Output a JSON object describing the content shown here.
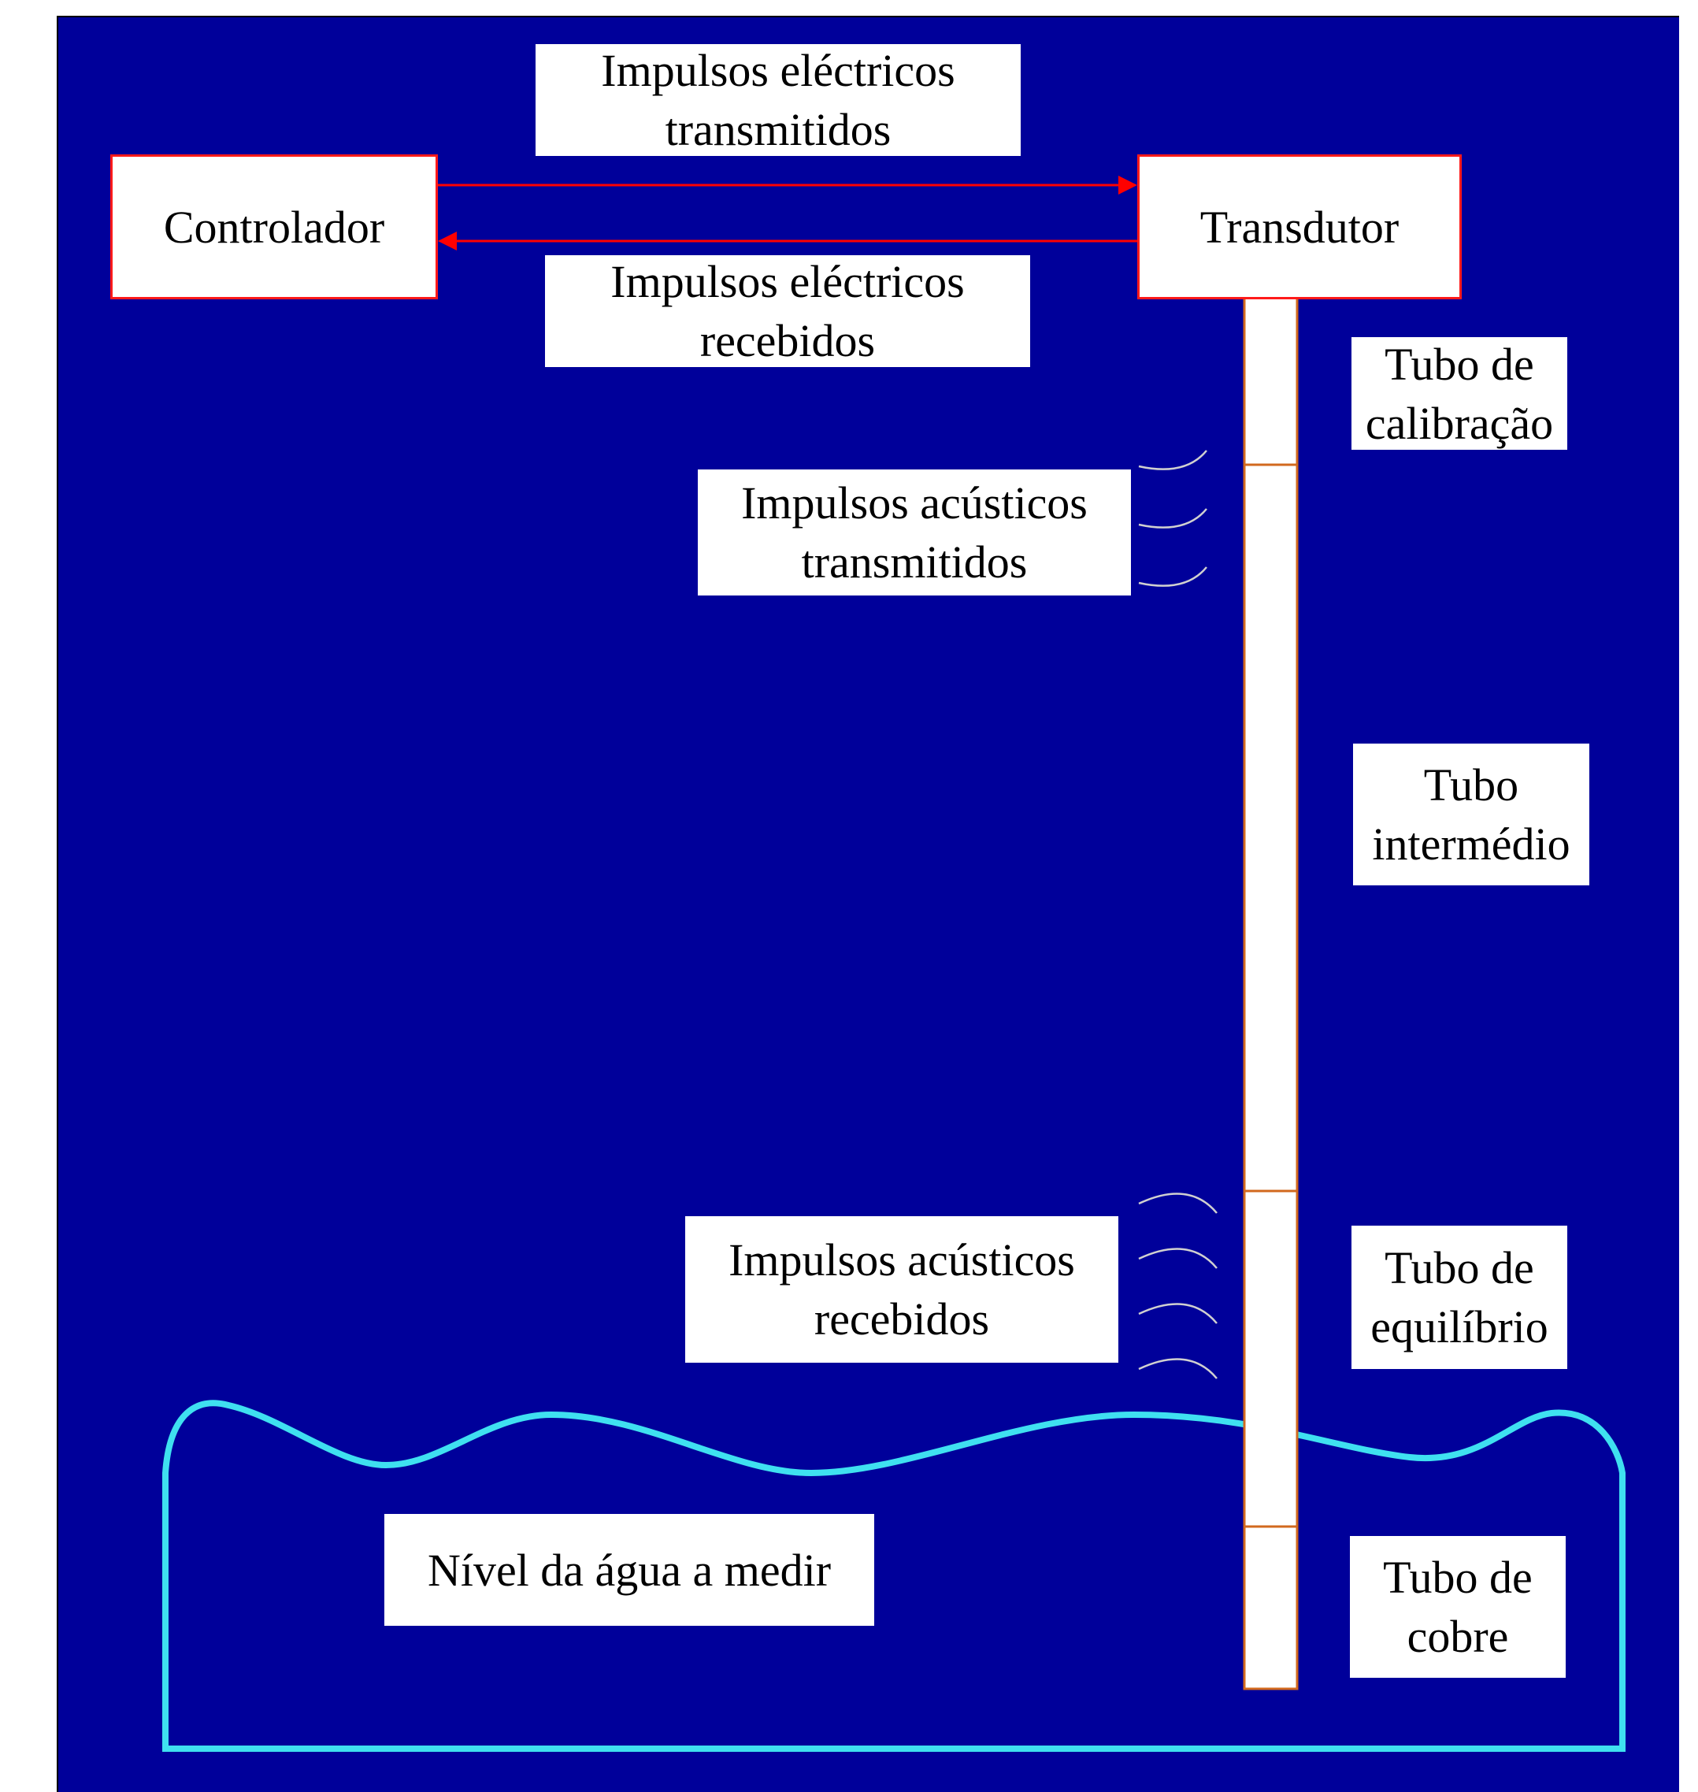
{
  "colors": {
    "background": "#00009a",
    "arrow": "#ff0000",
    "tube_border": "#d2691e",
    "water": "#3fe0f0",
    "wave": "#d0d0d0"
  },
  "nodes": {
    "controller": "Controlador",
    "transducer": "Transdutor"
  },
  "labels": {
    "electric_tx": "Impulsos eléctricos\ntransmitidos",
    "electric_rx": "Impulsos eléctricos\nrecebidos",
    "acoustic_tx": "Impulsos acústicos\ntransmitidos",
    "acoustic_rx": "Impulsos acústicos\nrecebidos",
    "water_level": "Nível da água a medir"
  },
  "tubes": {
    "calibration": "Tubo de\ncalibração",
    "intermediate": "Tubo\nintermédio",
    "equilibrium": "Tubo de\nequilíbrio",
    "copper": "Tubo de\ncobre"
  }
}
